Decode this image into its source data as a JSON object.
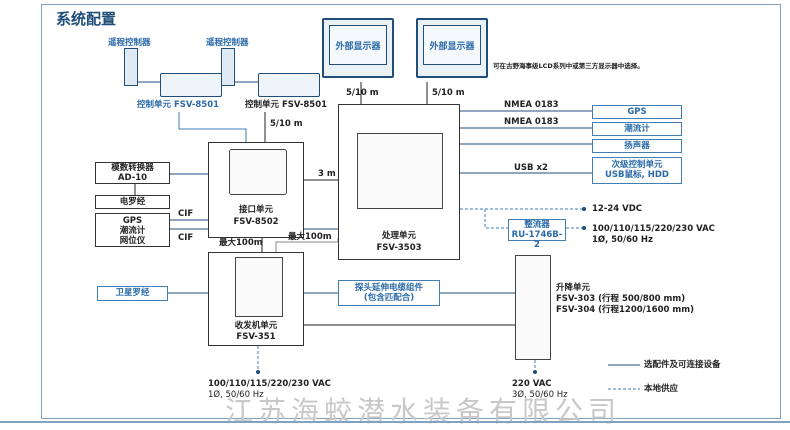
{
  "title": "系统配置",
  "remote_controllers": [
    {
      "label": "遥程控制器"
    },
    {
      "label": "遥程控制器"
    }
  ],
  "control_units": [
    {
      "label": "控制单元 FSV-8501"
    },
    {
      "label": "控制单元 FSV-8501"
    }
  ],
  "external_displays": [
    {
      "label": "外部显示器"
    },
    {
      "label": "外部显示器"
    }
  ],
  "display_note": "可在古野海事级LCD系列中或第三方显示器中选择。",
  "cable_labels": {
    "cu_to_iu": "5/10 m",
    "display1": "5/10 m",
    "display2": "5/10 m",
    "iu_to_pu": "3 m",
    "iu_to_tx": "最大100m",
    "pu_to_tx": "最大100m",
    "cif1": "CIF",
    "cif2": "CIF",
    "nmea1": "NMEA 0183",
    "nmea2": "NMEA 0183",
    "usb": "USB x2"
  },
  "interface_unit": {
    "name": "接口单元",
    "model": "FSV-8502"
  },
  "processor_unit": {
    "name": "处理单元",
    "model": "FSV-3503"
  },
  "transceiver_unit": {
    "name": "收发机单元",
    "model": "FSV-351"
  },
  "left_devices": {
    "ad_converter": {
      "name": "模数转换器",
      "model": "AD-10"
    },
    "gyro": "电罗经",
    "gps_group": [
      "GPS",
      "潮流计",
      "网位仪"
    ],
    "satellite_compass": "卫星罗经"
  },
  "right_devices": {
    "gps": "GPS",
    "current_meter": "潮流计",
    "speaker": "扬声器",
    "sub_control": [
      "次级控制单元",
      "USB鼠标, HDD"
    ]
  },
  "rectifier": {
    "name": "整流器",
    "model": "RU-1746B-2"
  },
  "power": {
    "dc": "12-24 VDC",
    "ac_pu": [
      "100/110/115/220/230 VAC",
      "1Ø, 50/60 Hz"
    ],
    "ac_tx": [
      "100/110/115/220/230 VAC",
      "1Ø, 50/60 Hz"
    ],
    "ac_hoist": [
      "220 VAC",
      "3Ø, 50/60 Hz"
    ]
  },
  "cable_assembly": [
    "探头延伸电缆组件",
    "(包含匹配合)"
  ],
  "hoist_unit": {
    "name": "升降单元",
    "models": [
      "FSV-303 (行程 500/800 mm)",
      "FSV-304 (行程1200/1600 mm)"
    ]
  },
  "legend": {
    "solid": "选配件及可连接设备",
    "dashed": "本地供应"
  },
  "watermark": "江苏海蛟潜水装备有限公司",
  "colors": {
    "frame": "#7fa3c0",
    "accent": "#2a6aa8",
    "dark_blue": "#1f4e79",
    "line": "#222222"
  }
}
